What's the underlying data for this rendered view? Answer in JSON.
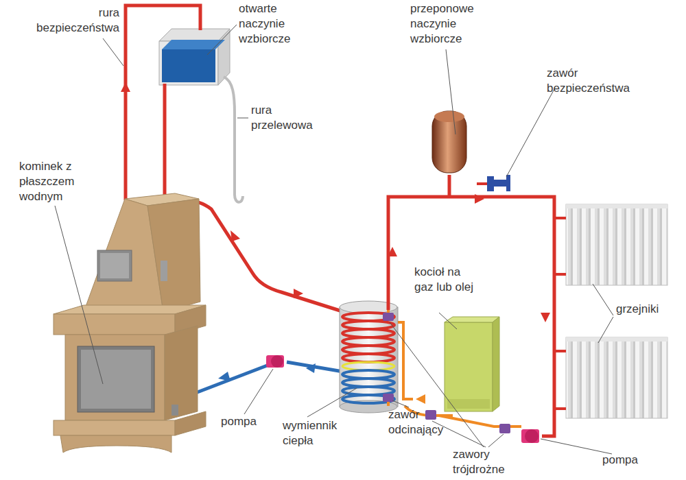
{
  "diagram": {
    "labels": [
      "rura bezpieczeństwa",
      "otwarte naczynie wzbiorcze",
      "rura przelewowa",
      "kominek z płaszczem wodnym",
      "przeponowe naczynie wzbiorcze",
      "zawór bezpieczeństwa",
      "kocioł na gaz lub olej",
      "grzejniki",
      "pompa",
      "wymiennik ciepła",
      "zawór odcinający",
      "zawory trójdrożne",
      "pompa"
    ]
  }
}
